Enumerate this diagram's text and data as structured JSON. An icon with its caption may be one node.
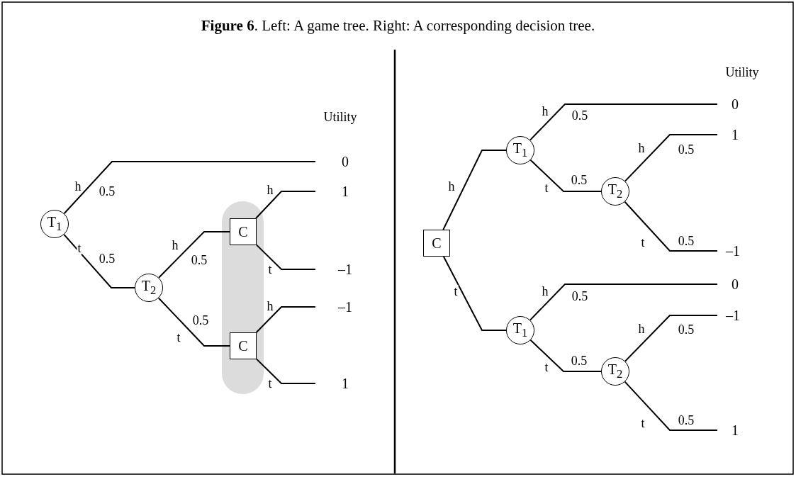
{
  "diagram": {
    "title": "**Figure 6**. Left: A game tree. Right: A corresponding decision tree.",
    "nodes": [
      {
        "text": [
          "T$_{1}$"
        ]
      },
      {
        "text": [
          "0"
        ]
      },
      {
        "text": [
          "T$_{2}$"
        ]
      },
      {
        "text": [
          "C"
        ]
      },
      {
        "text": [
          "1"
        ]
      },
      {
        "text": [
          "–1"
        ]
      },
      {
        "text": [
          "C"
        ]
      },
      {
        "text": [
          "–1"
        ]
      },
      {
        "text": [
          "1"
        ]
      },
      {
        "text": [
          "C"
        ]
      },
      {
        "text": [
          "T$_{1}$"
        ]
      },
      {
        "text": [
          "0"
        ]
      },
      {
        "text": [
          "T$_{2}$"
        ]
      },
      {
        "text": [
          "1"
        ]
      },
      {
        "text": [
          "–1"
        ]
      },
      {
        "text": [
          "T$_{1}$"
        ]
      },
      {
        "text": [
          "0"
        ]
      },
      {
        "text": [
          "T$_{2}$"
        ]
      },
      {
        "text": [
          "–1"
        ]
      },
      {
        "text": [
          "1"
        ]
      }
    ],
    "edges": [
      {
        "from": 0,
        "to": 1,
        "arrow": "none",
        "label": "h"
      },
      {
        "from": 0,
        "to": 2,
        "arrow": "none",
        "label": "t"
      },
      {
        "from": 2,
        "to": 3,
        "arrow": "none",
        "label": "h"
      },
      {
        "from": 2,
        "to": 6,
        "arrow": "none",
        "label": "t"
      },
      {
        "from": 3,
        "to": 4,
        "arrow": "none",
        "label": "h"
      },
      {
        "from": 3,
        "to": 5,
        "arrow": "none",
        "label": "t"
      },
      {
        "from": 6,
        "to": 7,
        "arrow": "none",
        "label": "h"
      },
      {
        "from": 6,
        "to": 8,
        "arrow": "none",
        "label": "t"
      },
      {
        "from": 9,
        "to": 10,
        "arrow": "none",
        "label": "h"
      },
      {
        "from": 9,
        "to": 15,
        "arrow": "none",
        "label": "t"
      },
      {
        "from": 10,
        "to": 11,
        "arrow": "none",
        "label": "h"
      },
      {
        "from": 10,
        "to": 12,
        "arrow": "none",
        "label": "t"
      },
      {
        "from": 12,
        "to": 13,
        "arrow": "none",
        "label": "h"
      },
      {
        "from": 12,
        "to": 14,
        "arrow": "none",
        "label": "t"
      },
      {
        "from": 15,
        "to": 16,
        "arrow": "none",
        "label": "h"
      },
      {
        "from": 15,
        "to": 17,
        "arrow": "none",
        "label": "t"
      },
      {
        "from": 17,
        "to": 18,
        "arrow": "none",
        "label": "h"
      },
      {
        "from": 17,
        "to": 19,
        "arrow": "none",
        "label": "t"
      }
    ],
    "labels": [
      "Utility",
      "0.5",
      "0.5",
      "0.5",
      "0.5",
      "Utility",
      "0.5",
      "0.5",
      "0.5",
      "0.5",
      "0.5",
      "0.5",
      "0.5",
      "0.5"
    ]
  }
}
